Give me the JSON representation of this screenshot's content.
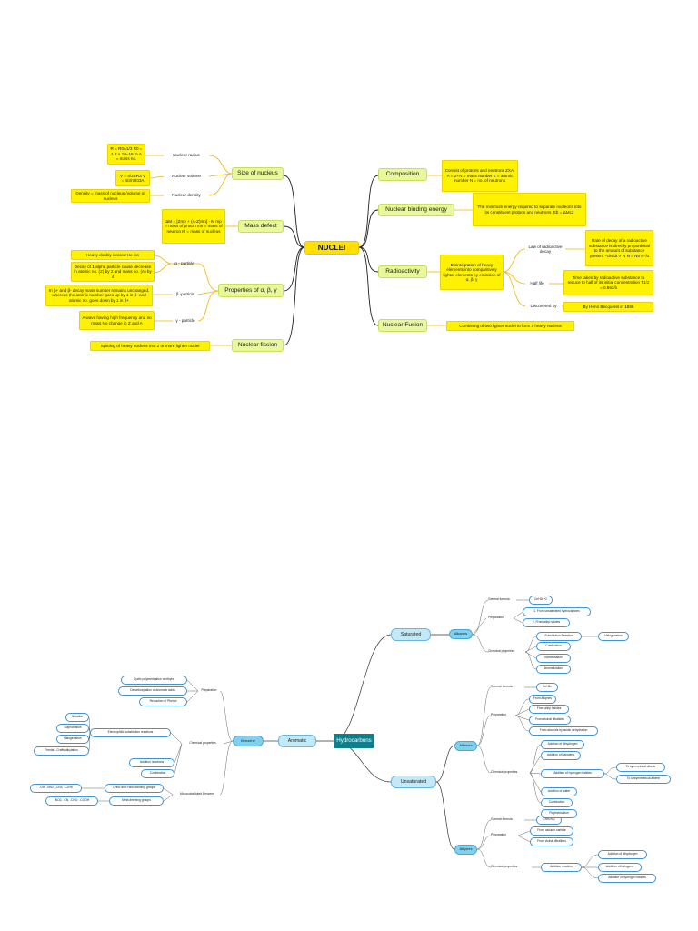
{
  "nuclei": {
    "center": "NUCLEI",
    "branches": {
      "size": "Size of nucleus",
      "mass_defect": "Mass defect",
      "properties": "Properties of α, β, γ",
      "fission": "Nuclear fission",
      "composition": "Composition",
      "binding": "Nuclear binding energy",
      "radioactivity": "Radioactivity",
      "fusion": "Nuclear Fusion"
    },
    "size_radius_label": "Nuclear radius",
    "size_radius_formula": "R = R0A1/3 R0 = 1.2 × 10−15 m A = mass no.",
    "size_volume_label": "Nuclear volume",
    "size_volume_formula": "V = 4/3πR3 V = 4/3πR03A",
    "size_density_label": "Nuclear density",
    "size_density_formula": "Density = mass of nucleus /volume of nucleus",
    "mass_defect_formula": "ΔM = [Zmp + (A-Z)mn] - M mp = mass of proton mn = mass of neutron M = mass of nucleus",
    "alpha_label": "α - particle",
    "alpha_1": "Heavy doubly ionised He ion",
    "alpha_2": "Decay of 1 alpha particle cause decrease in atomic no. (Z) by 2 and mass no. (A) by 4",
    "beta_label": "β -particle",
    "beta_text": "In β+ and β- decay mass number remains unchanged, whereas the atomic number goes up by 1 in β- and atomic no. goes down by 1 in β+",
    "gamma_label": "γ - particle",
    "gamma_text": "A wave having high frequency and no mass No change in Z and A",
    "fission_text": "Splitting of heavy nucleus into 2 or more lighter nuclei",
    "composition_text": "Consist of protons and neutrons ZXA, A = Z+N = mass number Z = atomic number N = no. of neutrons",
    "binding_text": "The minimum energy required to separate nucleons into its constituent protons and neutrons. Eb = ΔMc2",
    "radio_text": "Disintegration of heavy elements into comparitively lighter elements by emission of α, β, γ",
    "decay_law_label": "Law of radioactive decay",
    "decay_law_text": "Rate of decay of a radioactive substance is directly proportional to the amount of substance present −dN/dt ∝ N N = N0 e−λt",
    "half_life_label": "Half life",
    "half_life_text": "Time taken by radioactive substance to reduce to half of its initial concentration T1/2 = 0.693/λ",
    "discovered_label": "Discovered by",
    "discovered_text": "By Henri Becquerel in 1896",
    "fusion_text": "Combining of two lighter nuclei to form a heavy nucleus"
  },
  "hydro": {
    "center": "Hydrocarbons",
    "aromatic": "Aromatic",
    "benzene": "Benzene",
    "saturated": "Saturated",
    "unsaturated": "Unsaturated",
    "alkanes": "Alkanes",
    "alkenes": "Alkenes",
    "alkynes": "Alkynes",
    "ar_preparation": "Preparation",
    "ar_prep_1": "Cyclic polymerisation of ethyne",
    "ar_prep_2": "Decarboxylation of aromatic acids",
    "ar_prep_3": "Reduction of Phenol",
    "ar_chem": "Chemical properties",
    "ar_esr": "Electrophilic substitution reactions",
    "ar_esr_1": "Nitration",
    "ar_esr_2": "Sulphonation",
    "ar_esr_3": "Halogenation",
    "ar_esr_4": "Friedal - Crafts alkylation",
    "ar_add": "Addition reactions",
    "ar_comb": "Combustion",
    "ar_mono": "Monosubstituted Benzene",
    "ar_op": "Ortho and Para directing groups",
    "ar_op_list": "-OH, -NH2, -CH3, -C2H5",
    "ar_meta": "Meta directing groups",
    "ar_meta_list": "-NO2, -CN, -CHO, -COOH",
    "alkane_gf": "General formula",
    "alkane_gf_val": "CnH2n+2",
    "alkane_prep": "Preparation",
    "alkane_prep_1": "1. From unsaturated hydrocarbons",
    "alkane_prep_2": "2. From alkyl halides",
    "alkane_chem": "Chemical properties",
    "alkane_chem_1": "Substitution Reaction",
    "alkane_chem_1a": "Halogenation",
    "alkane_chem_2": "Combustion",
    "alkane_chem_3": "Isomerisation",
    "alkane_chem_4": "Aromatization",
    "alkene_gf": "General formula",
    "alkene_gf_val": "CnH2n",
    "alkene_prep": "Preparation",
    "alkene_prep_1": "From Alkynes",
    "alkene_prep_2": "From alkyl halides",
    "alkene_prep_3": "From vicinal dihalides",
    "alkene_prep_4": "From alcohols by acidic dehydration",
    "alkene_chem": "Chemical properties",
    "alkene_chem_1": "Addition of dihydrogen",
    "alkene_chem_2": "Addition of halogens",
    "alkene_chem_3": "Addition of hydrogen halides",
    "alkene_chem_3a": "To symmetrical alkene",
    "alkene_chem_3b": "To unsymmetrical alkene",
    "alkene_chem_4": "Addition of water",
    "alkene_chem_5": "Combustion",
    "alkene_chem_6": "Polymerisation",
    "alkyne_gf": "General formula",
    "alkyne_gf_val": "CnH2n-2",
    "alkyne_prep": "Preparation",
    "alkyne_prep_1": "From calcium carbide",
    "alkyne_prep_2": "From vicinal dihalides",
    "alkyne_chem": "Chemical properties",
    "alkyne_chem_add": "Addition reaction",
    "alkyne_chem_1": "Addition of dihydrogen",
    "alkyne_chem_2": "Addition of halogens",
    "alkyne_chem_3": "Addition of hydrogen halides"
  }
}
